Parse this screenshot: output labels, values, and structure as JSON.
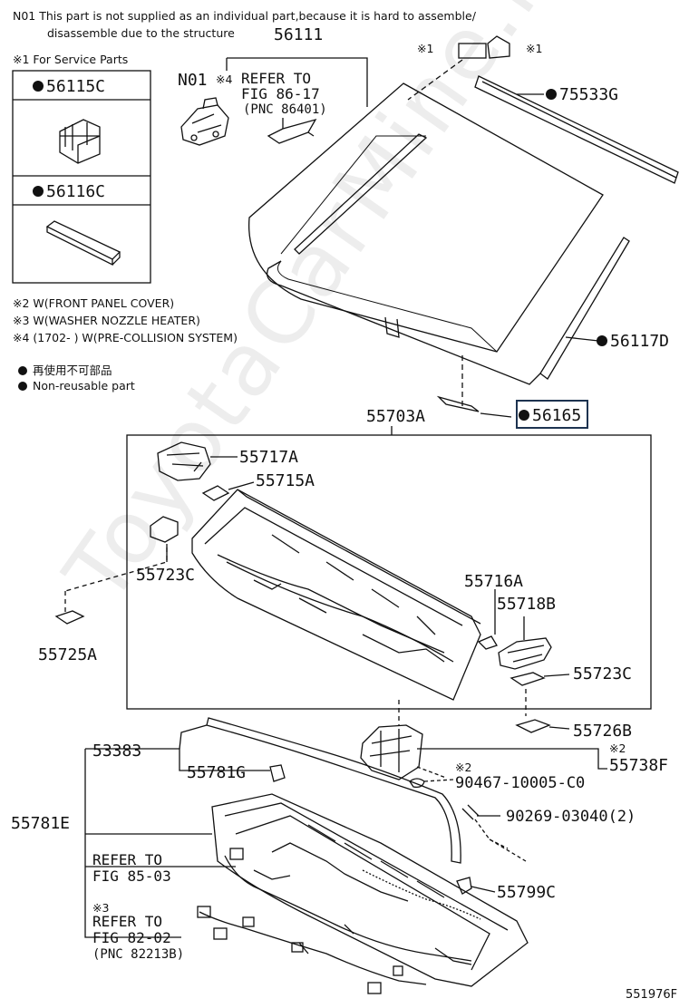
{
  "notes": {
    "n01_line1": "N01  This part is not supplied as an individual part,because it is hard to assemble/",
    "n01_line2": "disassemble due to the structure",
    "service_parts": "※1 For Service Parts",
    "w2": "※2 W(FRONT PANEL COVER)",
    "w3": "※3 W(WASHER NOZZLE HEATER)",
    "w4": "※4 (1702-        ) W(PRE-COLLISION SYSTEM)",
    "legend_jp": "再使用不可部品",
    "legend_en": "Non-reusable part"
  },
  "service_box": {
    "part1": "56115C",
    "part2": "56116C"
  },
  "labels": {
    "p56111": "56111",
    "n01": "N01",
    "x4": "※4",
    "refer_to": "REFER TO",
    "fig86": "FIG 86-17",
    "pnc86": "(PNC 86401)",
    "x1a": "※1",
    "x1b": "※1",
    "p75533g": "75533G",
    "p56117d": "56117D",
    "p56165": "56165",
    "p55703a": "55703A",
    "p55717a": "55717A",
    "p55715a": "55715A",
    "p55723c_left": "55723C",
    "p55725a": "55725A",
    "p55716a": "55716A",
    "p55718b": "55718B",
    "p55723c_right": "55723C",
    "p55726b": "55726B",
    "x2a": "※2",
    "p55738f": "55738F",
    "p53383": "53383",
    "p55781g": "55781G",
    "x2b": "※2",
    "p90467": "90467-10005-C0",
    "p90269": "90269-03040(2)",
    "p55781e": "55781E",
    "refer_to_2": "REFER TO",
    "fig85": "FIG 85-03",
    "x3": "※3",
    "refer_to_3": "REFER TO",
    "fig82": "FIG 82-02",
    "pnc82": "(PNC 82213B)",
    "p55799c": "55799C",
    "figure_id": "551976F"
  },
  "watermark": "ToyotaCarMine.ru",
  "colors": {
    "line": "#111111",
    "highlight_box": "#1d3350"
  }
}
